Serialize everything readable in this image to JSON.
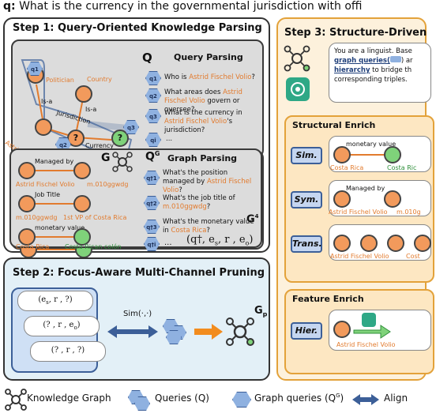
{
  "question": {
    "prefix": "q:",
    "text": "What is the currency in the governmental jurisdiction with offi"
  },
  "step1": {
    "title": "Step 1: Query-Oriented Knowledge Parsing",
    "query_parsing": {
      "symbol": "Q",
      "title": "Query Parsing",
      "graph_labels": {
        "politician": "Politician",
        "country": "Country",
        "is_a_1": "Is-a",
        "is_a_2": "Is-a",
        "jurisdiction": "Jurisdiction",
        "currency": "Currency",
        "astrid": "Astrid Fischel Volio",
        "unknown": "?",
        "q1": "q1",
        "q2": "q2",
        "q3": "q3"
      },
      "queries": [
        {
          "tag": "q1",
          "pre": "Who is ",
          "hl": "Astrid Fischel Volio",
          "post": "?"
        },
        {
          "tag": "q2",
          "pre": "What areas does ",
          "hl": "Astrid Fischel Volio",
          "post": " govern or oversee?"
        },
        {
          "tag": "q3",
          "pre": "What is the currency in ",
          "hl": "Astrid Fischel Volio",
          "post": "'s jurisdiction?"
        },
        {
          "tag": "qi",
          "pre": "...",
          "hl": "",
          "post": ""
        }
      ]
    },
    "graph_parsing": {
      "symbol_g": "G",
      "symbol_qg": "Q",
      "symbol_qg_sup": "G",
      "title": "Graph Parsing",
      "g4_label": "G",
      "g4_sup": "4",
      "triples": [
        {
          "rel": "Managed by",
          "head": "Astrid Fischel Volio",
          "tail": "m.010ggwdg"
        },
        {
          "rel": "Job Title",
          "head": "m.010ggwdg",
          "tail": "1st VP of Costa Rica"
        },
        {
          "rel": "monetary value",
          "head": "Costa Rica",
          "tail": "Costa Rican colón"
        }
      ],
      "queries": [
        {
          "tag": "q†1",
          "pre": "What's the position managed by ",
          "hl": "Astrid Fischel Volio",
          "post": "?"
        },
        {
          "tag": "q†2",
          "pre": "What's the job title of ",
          "hl": "m.010ggwdg",
          "post": "?"
        },
        {
          "tag": "q†3",
          "pre": "What's the monetary value in ",
          "hl": "Costa Rica",
          "post": "?"
        },
        {
          "tag": "q†i",
          "pre": "...",
          "hl": "",
          "post": ""
        }
      ],
      "tuple": "(q†, e",
      "tuple_s": "s",
      "tuple_mid": ", r , e",
      "tuple_o": "o",
      "tuple_end": ")"
    }
  },
  "step2": {
    "title": "Step 2: Focus-Aware Multi-Channel Pruning",
    "cards": [
      "(e",
      "(?, r, e",
      "(?, r, ?)"
    ],
    "card1": {
      "a": "(e",
      "a_sub": "s",
      "b": ", r , ?)"
    },
    "card2": {
      "a": "(? , r , e",
      "a_sub": "o",
      "b": ")"
    },
    "card3": {
      "a": "(? , r , ?)"
    },
    "sim": "Sim(·,·)",
    "gp": "G",
    "gp_sub": "p"
  },
  "step3": {
    "title": "Step 3: Structure-Driven",
    "prompt": {
      "line1": "You are a linguist. Base",
      "line2_hl": "graph queries(",
      "line2_post": ") ar",
      "line3_hl": "hierarchy",
      "line3_post": " to bridge th",
      "line4": "corresponding triples."
    },
    "structural": {
      "title": "Structural Enrich",
      "rows": [
        {
          "btn": "Sim.",
          "rel": "monetary value",
          "head": "Costa Rica",
          "tail": "Costa Ric"
        },
        {
          "btn": "Sym.",
          "rel": "Managed by",
          "head": "Astrid Fischel Volio",
          "tail": "m.010g"
        },
        {
          "btn": "Trans.",
          "rel": "",
          "head": "Astrid Fischel Volio",
          "tail": "Cost"
        }
      ]
    },
    "feature": {
      "title": "Feature Enrich",
      "btn": "Hier.",
      "head": "Astrid Fischel Volio"
    }
  },
  "legend": {
    "kg": "Knowledge Graph",
    "queries": "Queries (Q)",
    "graph_queries": "Graph queries (Q",
    "graph_queries_sup": "G",
    "graph_queries_end": ")",
    "align": "Align"
  },
  "colors": {
    "entity_orange": "#f29a5c",
    "text_orange": "#e27b2e",
    "entity_green": "#7fd27a",
    "step1_bg": "#dcdcdc",
    "step2_bg": "#e3f0f7",
    "step3_border": "#e3a23a",
    "step3_bg": "#fdf1dc",
    "query_blue": "#8fb1e0",
    "align_arrow": "#3c5f98"
  }
}
